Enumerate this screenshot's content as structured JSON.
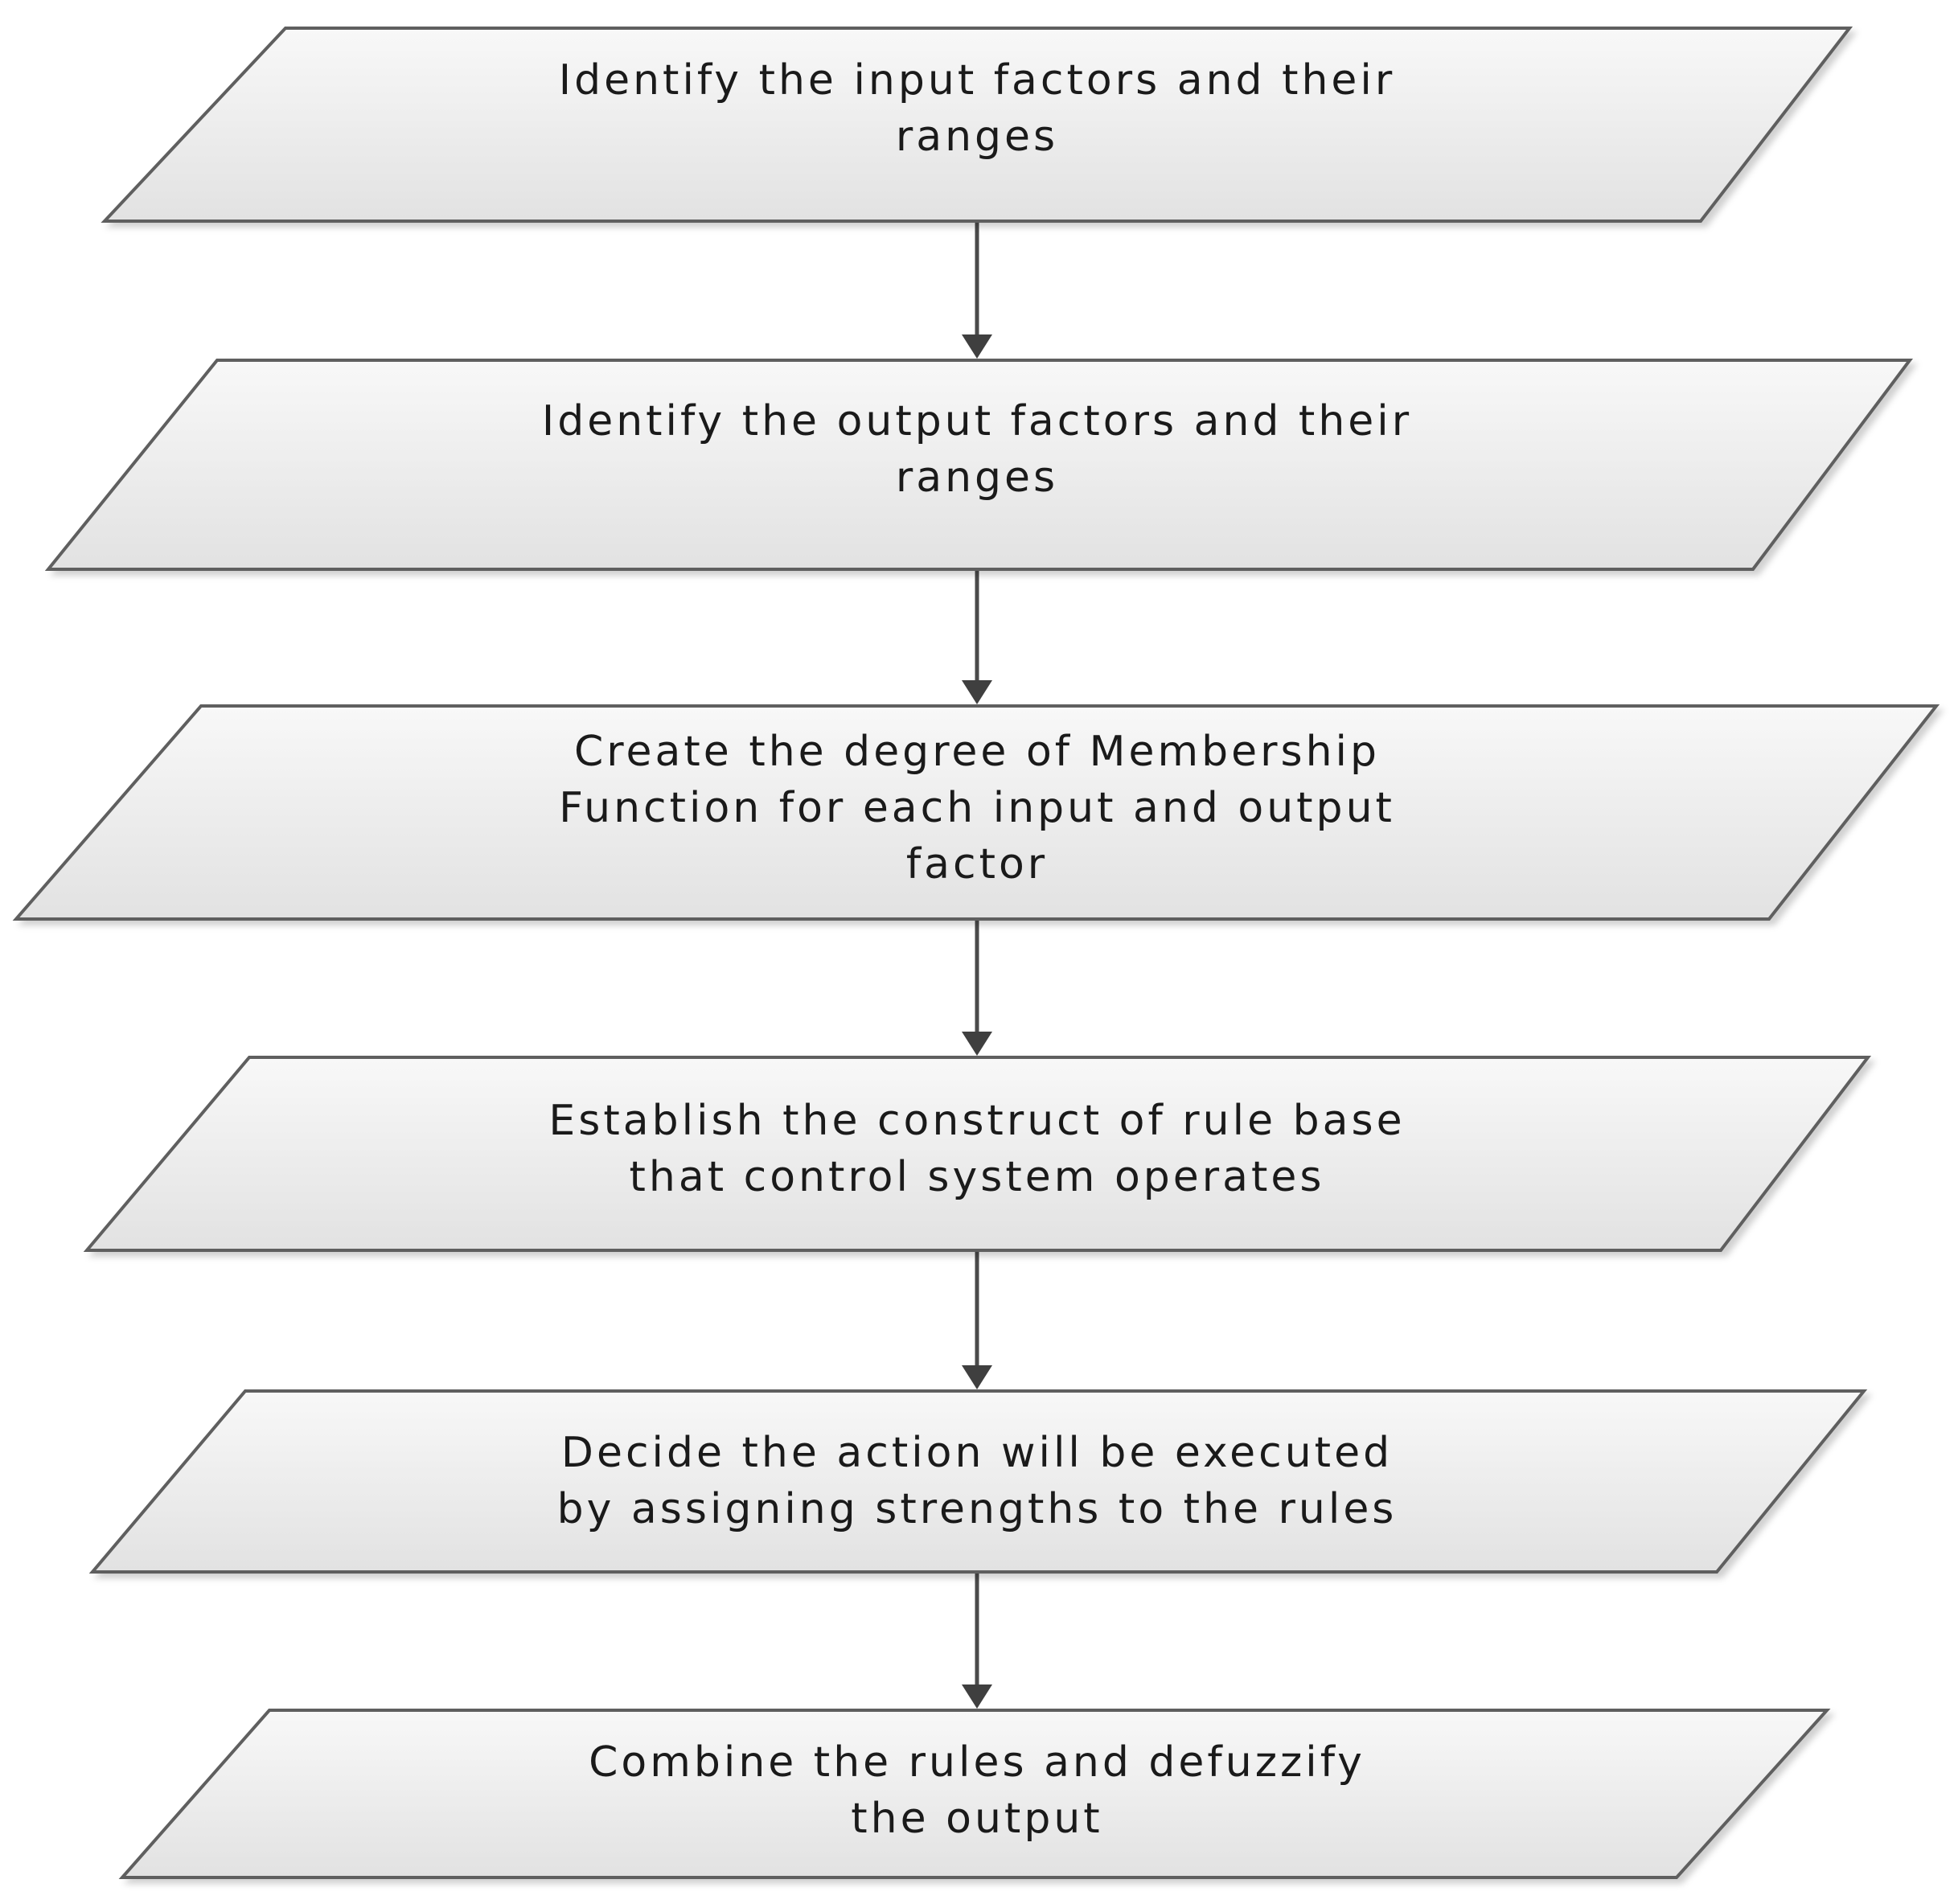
{
  "steps": [
    {
      "lines": [
        "Identify the input factors and their",
        "ranges"
      ]
    },
    {
      "lines": [
        "Identify the output factors and their",
        "ranges"
      ]
    },
    {
      "lines": [
        "Create the degree of Membership",
        "Function for each input and output",
        "factor"
      ]
    },
    {
      "lines": [
        "Establish the construct of rule base",
        "that control system operates"
      ]
    },
    {
      "lines": [
        "Decide the action will be executed",
        "by assigning strengths to the rules"
      ]
    },
    {
      "lines": [
        "Combine the rules and defuzzify",
        "the output"
      ]
    }
  ],
  "colors": {
    "fill_light": "#f8f8f8",
    "fill_dark": "#e2e2e2",
    "outline": "#5f5f5f",
    "arrow": "#3f3f3f",
    "text": "#1a1a1a"
  }
}
